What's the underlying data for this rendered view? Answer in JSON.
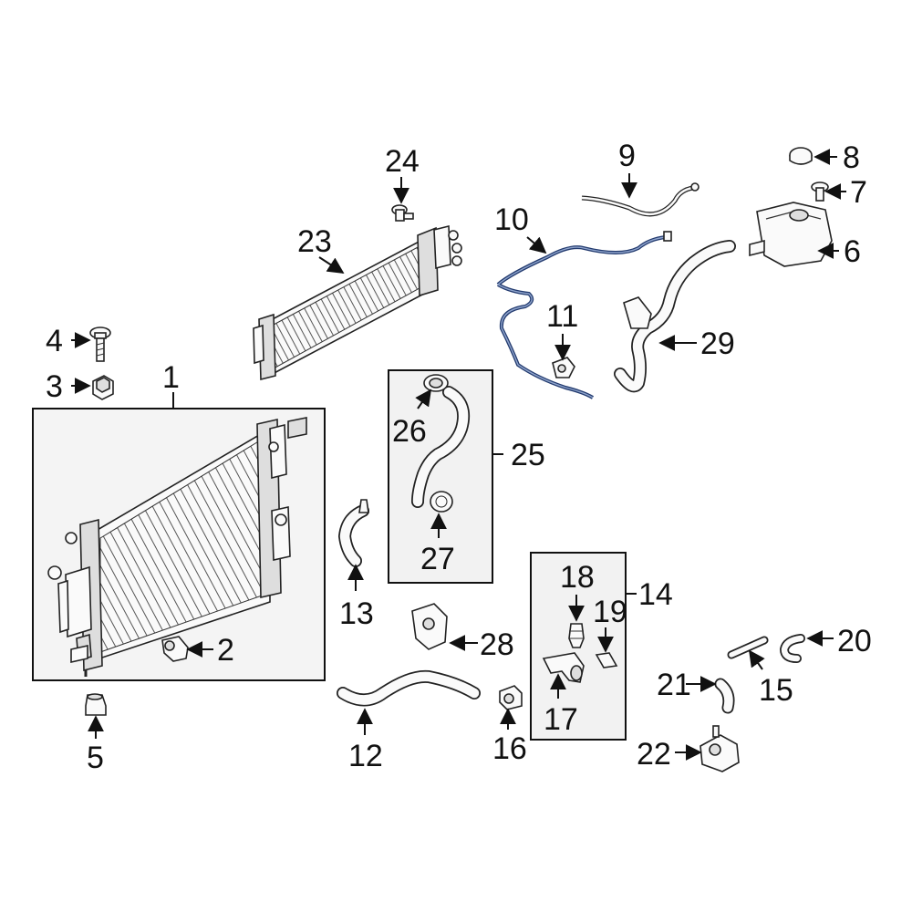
{
  "callouts": {
    "c1": "1",
    "c2": "2",
    "c3": "3",
    "c4": "4",
    "c5": "5",
    "c6": "6",
    "c7": "7",
    "c8": "8",
    "c9": "9",
    "c10": "10",
    "c11": "11",
    "c12": "12",
    "c13": "13",
    "c14": "14",
    "c15": "15",
    "c16": "16",
    "c17": "17",
    "c18": "18",
    "c19": "19",
    "c20": "20",
    "c21": "21",
    "c22": "22",
    "c23": "23",
    "c24": "24",
    "c25": "25",
    "c26": "26",
    "c27": "27",
    "c28": "28",
    "c29": "29"
  },
  "colors": {
    "line": "#111111",
    "box_fill": "#f2f2f2",
    "wire": "#223a6e"
  }
}
